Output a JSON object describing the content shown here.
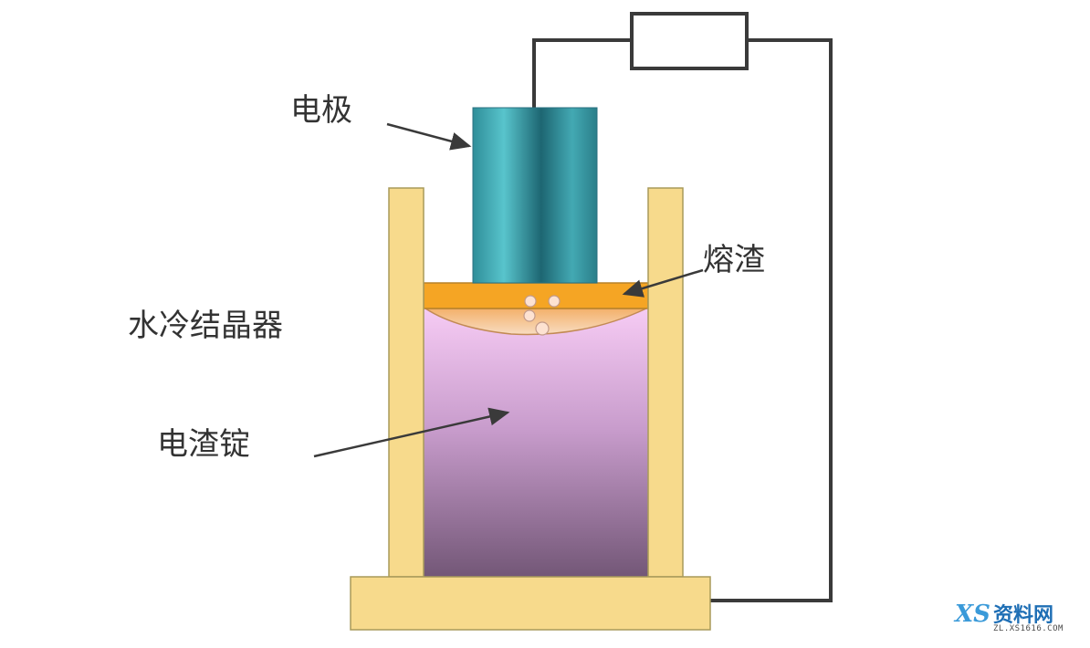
{
  "labels": {
    "electrode": "电极",
    "molten_slag": "熔渣",
    "water_cooled_crystallizer": "水冷结晶器",
    "esr_ingot": "电渣锭"
  },
  "watermark": {
    "mark": "XS",
    "title": "资料网",
    "subtitle": "ZL.XS1616.COM"
  },
  "colors": {
    "mold": "#f7da8c",
    "mold_stroke": "#a89a5a",
    "slag": "#f5a524",
    "pool": "#f7c58a",
    "ingot_top": "#f5c8f2",
    "ingot_bottom": "#7a5a80",
    "electrode_light": "#52c3cc",
    "electrode_dark": "#1f6b78",
    "wire": "#3a3a3a",
    "label_text": "#333333"
  }
}
